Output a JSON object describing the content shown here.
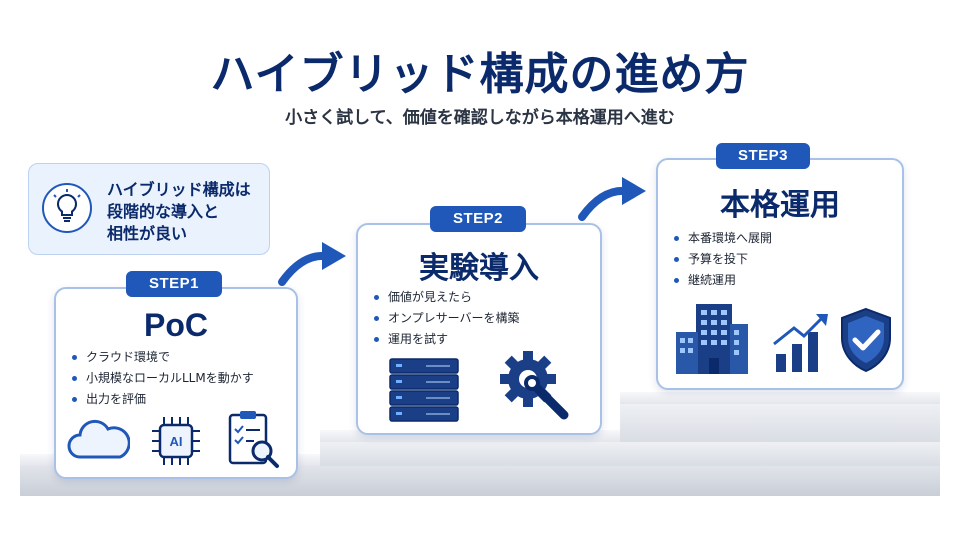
{
  "title": "ハイブリッド構成の進め方",
  "subtitle": "小さく試して、価値を確認しながら本格運用へ進む",
  "info": {
    "lines": [
      "ハイブリッド構成は",
      "段階的な導入と",
      "相性が良い"
    ]
  },
  "steps": [
    {
      "badge": "STEP1",
      "title": "PoC",
      "bullets": [
        "クラウド環境で",
        "小規模なローカルLLMを動かす",
        "出力を評価"
      ]
    },
    {
      "badge": "STEP2",
      "title": "実験導入",
      "bullets": [
        "価値が見えたら",
        "オンプレサーバーを構築",
        "運用を試す"
      ]
    },
    {
      "badge": "STEP3",
      "title": "本格運用",
      "bullets": [
        "本番環境へ展開",
        "予算を投下",
        "継続運用"
      ]
    }
  ],
  "chip_label": "AI",
  "colors": {
    "navy": "#0b2a6b",
    "accent": "#1f58b8",
    "light": "#eaf2fd"
  }
}
